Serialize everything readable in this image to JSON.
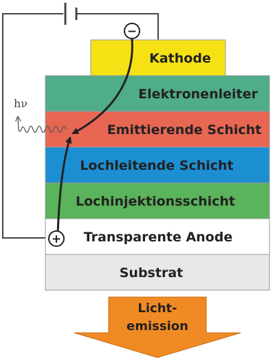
{
  "layers": {
    "kathode": "Kathode",
    "elektronenleiter": "Elektronenleiter",
    "emittierend": "Emittierende Schicht",
    "lochleitend": "Lochleitende Schicht",
    "lochinjektion": "Lochinjektionsschicht",
    "anode": "Transparente Anode",
    "substrat": "Substrat"
  },
  "photon_label": "hν",
  "emission": {
    "line1": "Licht-",
    "line2": "emission"
  },
  "terminals": {
    "minus": "−",
    "plus": "+"
  },
  "colors": {
    "kathode": "#f6e214",
    "elektronenleiter": "#4fad89",
    "emittierend": "#e86753",
    "lochleitend": "#1c8fd3",
    "lochinjektion": "#5bb35b",
    "anode": "#ffffff",
    "substrat": "#e8e8e8",
    "arrow": "#f08a24"
  }
}
